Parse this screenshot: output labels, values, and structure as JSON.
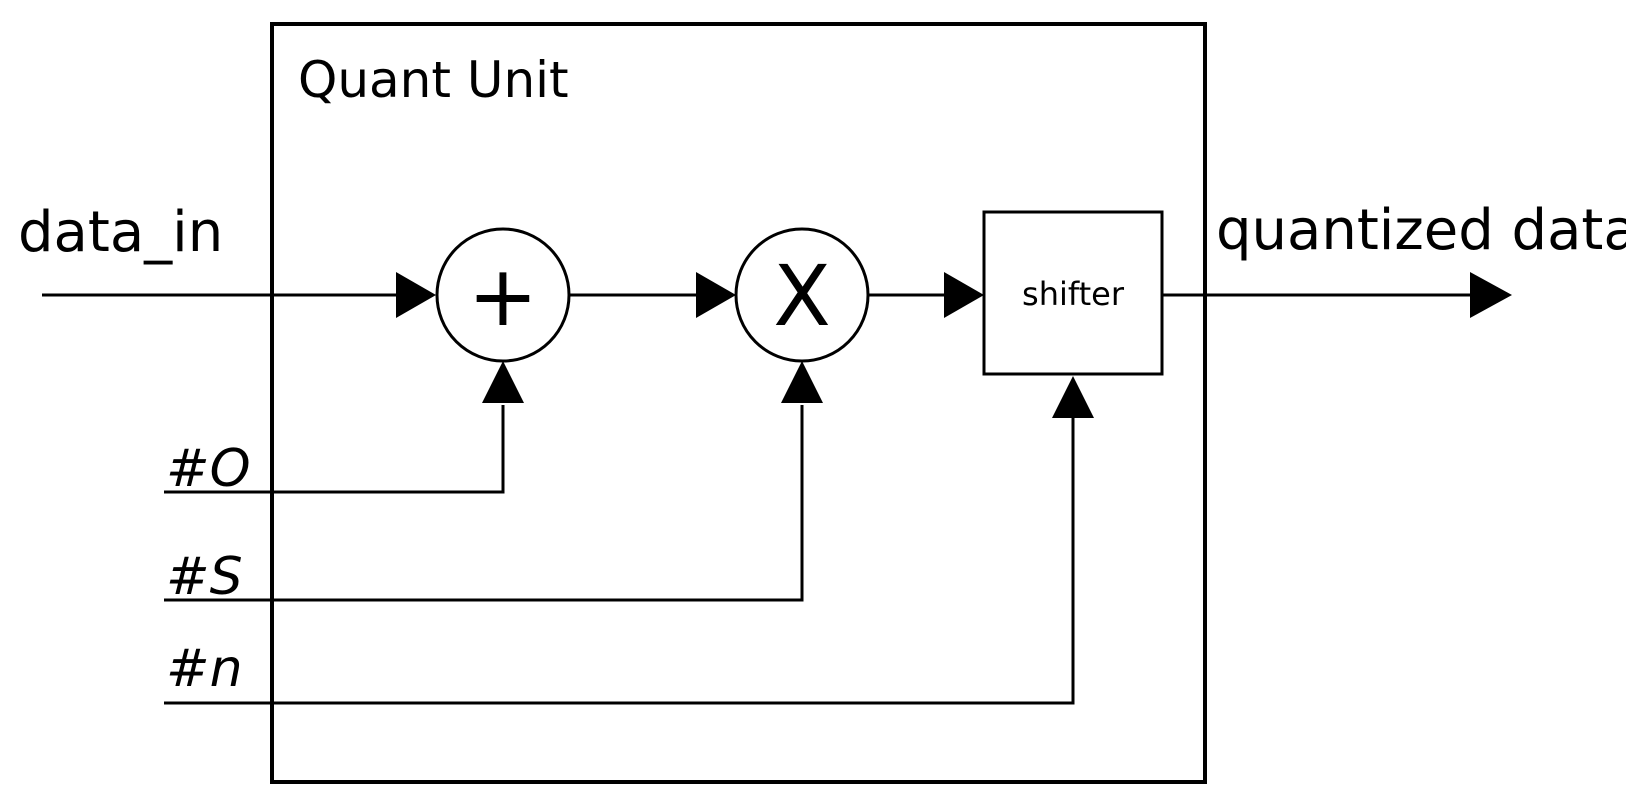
{
  "diagram": {
    "unit_title": "Quant Unit",
    "input_label": "data_in",
    "output_label": "quantized data",
    "adder_symbol": "+",
    "multiplier_symbol": "X",
    "shifter_label": "shifter",
    "params": {
      "offset": "#O",
      "scale": "#S",
      "shift": "#n"
    },
    "stroke_color": "#000000",
    "background_color": "#ffffff"
  }
}
